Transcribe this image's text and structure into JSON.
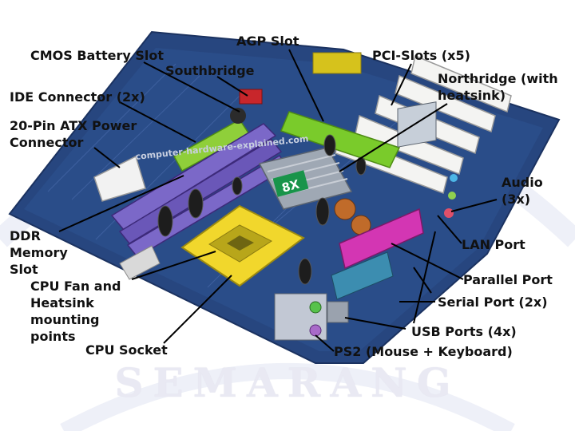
{
  "watermark": {
    "text": "SEMARANG",
    "site_text": "computer-hardware-explained.com"
  },
  "chip_marking": "8X",
  "labels": {
    "agp_slot": "AGP Slot",
    "cmos_battery_slot": "CMOS Battery Slot",
    "southbridge": "Southbridge",
    "pci_slots": "PCI-Slots (x5)",
    "northridge": "Northridge (with heatsink)",
    "ide_connector": "IDE Connector (2x)",
    "atx_power": "20-Pin ATX Power Connector",
    "audio": "Audio (3x)",
    "ddr_memory": "DDR Memory Slot",
    "lan_port": "LAN Port",
    "cpu_fan": "CPU Fan and Heatsink mounting points",
    "parallel_port": "Parallel Port",
    "serial_port": "Serial Port (2x)",
    "usb_ports": "USB Ports (4x)",
    "cpu_socket": "CPU Socket",
    "ps2": "PS2 (Mouse  + Keyboard)"
  }
}
